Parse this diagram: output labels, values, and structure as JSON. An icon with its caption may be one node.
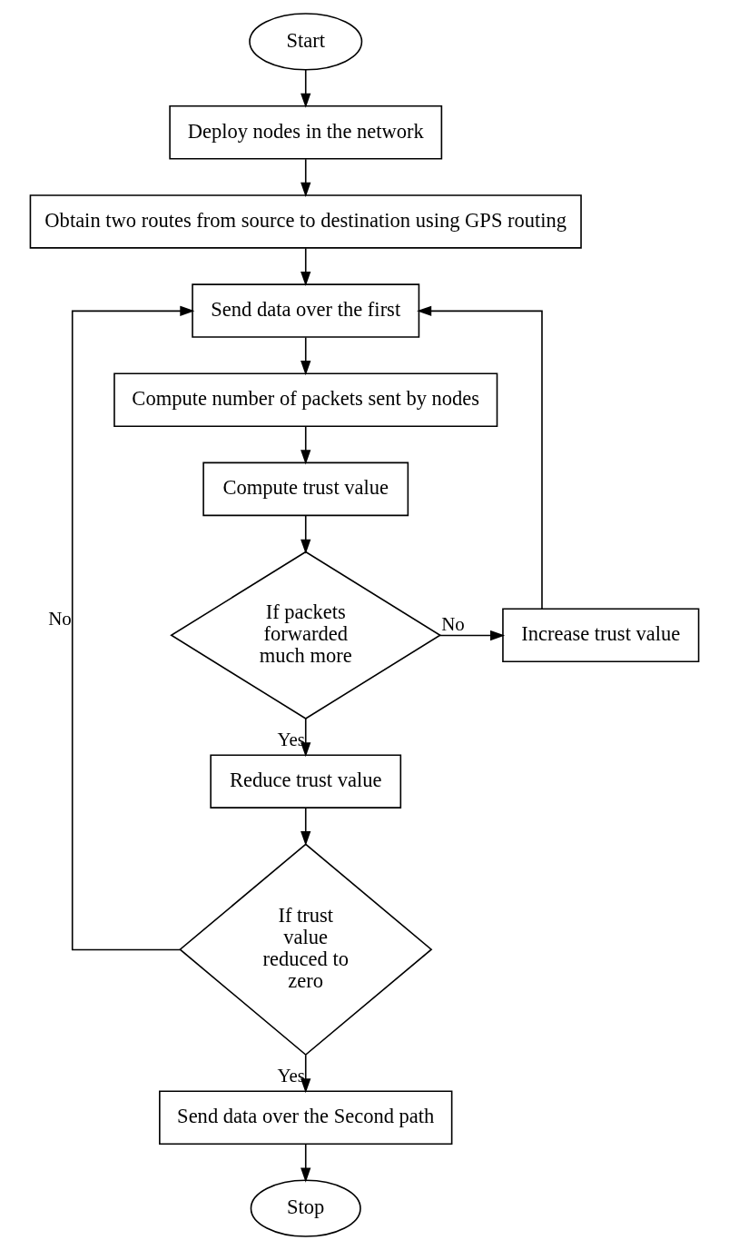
{
  "diagram": {
    "nodes": [
      {
        "text": [
          "Start"
        ]
      },
      {
        "text": [
          "Deploy nodes in the network"
        ]
      },
      {
        "text": [
          "Obtain two routes from source to destination using GPS routing"
        ]
      },
      {
        "text": [
          "Send data over the first"
        ]
      },
      {
        "text": [
          "Compute number of packets sent by nodes"
        ]
      },
      {
        "text": [
          "Compute trust value"
        ]
      },
      {
        "text": [
          "If packets forwarded much more"
        ]
      },
      {
        "text": [
          "Increase trust value"
        ]
      },
      {
        "text": [
          "Reduce trust value"
        ]
      },
      {
        "text": [
          "If trust value reduced to zero"
        ]
      },
      {
        "text": [
          "Send data over the Second path"
        ]
      },
      {
        "text": [
          "Stop"
        ]
      }
    ],
    "edges": [
      {
        "from": 0,
        "to": 1,
        "arrow": "to"
      },
      {
        "from": 1,
        "to": 2,
        "arrow": "to"
      },
      {
        "from": 2,
        "to": 3,
        "arrow": "to"
      },
      {
        "from": 3,
        "to": 4,
        "arrow": "to"
      },
      {
        "from": 4,
        "to": 5,
        "arrow": "to"
      },
      {
        "from": 5,
        "to": 6,
        "arrow": "to"
      },
      {
        "from": 6,
        "to": 7,
        "arrow": "to",
        "label": "No"
      },
      {
        "from": 7,
        "to": 3,
        "arrow": "to"
      },
      {
        "from": 6,
        "to": 8,
        "arrow": "to",
        "label": "Yes"
      },
      {
        "from": 8,
        "to": 9,
        "arrow": "to"
      },
      {
        "from": 9,
        "to": 3,
        "arrow": "to",
        "label": "No"
      },
      {
        "from": 9,
        "to": 10,
        "arrow": "to",
        "label": "Yes"
      },
      {
        "from": 10,
        "to": 11,
        "arrow": "to"
      }
    ]
  }
}
